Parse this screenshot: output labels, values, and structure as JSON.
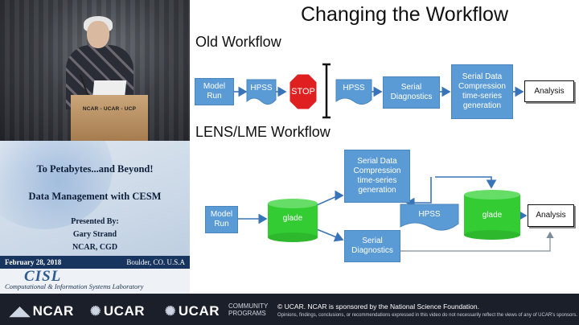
{
  "video": {
    "podium_label": "NCAR - UCAR - UCP"
  },
  "title_card": {
    "heading": "To Petabytes...and Beyond!",
    "subheading": "Data Management with CESM",
    "presented_by": "Presented By:",
    "presenter": "Gary Strand",
    "presenter_org": "NCAR, CGD",
    "date": "February 28, 2018",
    "location": "Boulder, CO. U.S.A",
    "lab_logo": "CISL",
    "lab_name": "Computational & Information Systems Laboratory"
  },
  "slide": {
    "title": "Changing the Workflow",
    "old_heading": "Old Workflow",
    "new_heading": "LENS/LME Workflow",
    "old_workflow": {
      "model_run": "Model Run",
      "hpss_1": "HPSS",
      "stop": "STOP",
      "hpss_2": "HPSS",
      "serial_diagnostics": "Serial Diagnostics",
      "serial_data_compression": "Serial Data Compression time-series generation",
      "analysis": "Analysis"
    },
    "new_workflow": {
      "model_run": "Model Run",
      "glade_1": "glade",
      "serial_data_compression": "Serial Data Compression time-series generation",
      "hpss": "HPSS",
      "glade_2": "glade",
      "analysis": "Analysis",
      "serial_diagnostics": "Serial Diagnostics"
    }
  },
  "footer": {
    "ncar_logo": "NCAR",
    "ucar_logo": "UCAR",
    "ucar_community_logo": "UCAR",
    "community_programs": "COMMUNITY PROGRAMS",
    "copyright": "© UCAR. NCAR is sponsored by the National Science Foundation.",
    "disclaimer": "Opinions, findings, conclusions, or recommendations expressed in this video do not necessarily reflect the views of any of UCAR's sponsors."
  },
  "colors": {
    "box_blue": "#5b9bd5",
    "glade_green": "#33cc33",
    "stop_red": "#e02020",
    "footer_bg": "#1b1f2a",
    "card_bar": "#17355f"
  }
}
